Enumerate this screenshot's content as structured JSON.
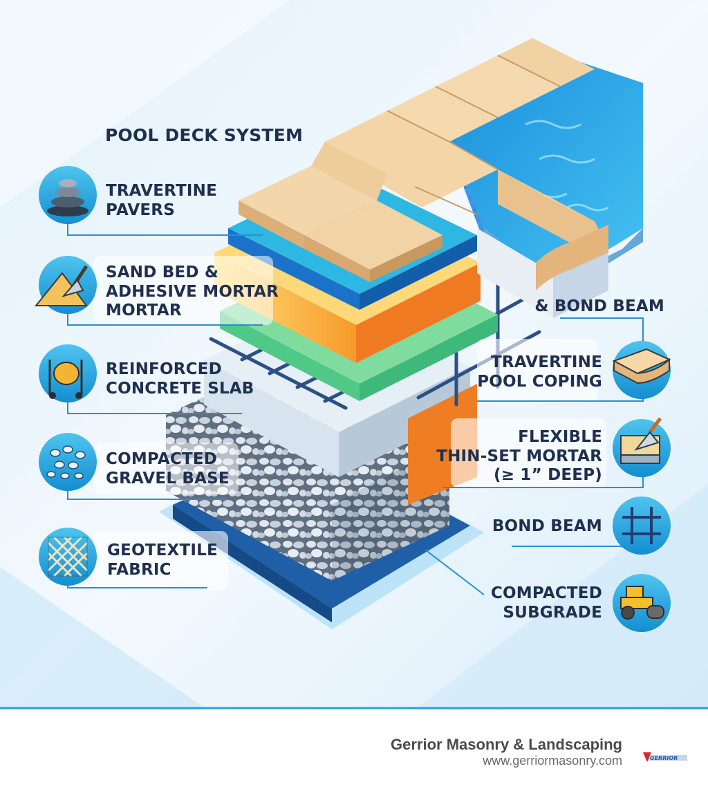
{
  "title": "POOL DECK SYSTEM",
  "left_layers": [
    {
      "lines": [
        "TRAVERTINE",
        "PAVERS"
      ],
      "icon": "stones-icon"
    },
    {
      "lines": [
        "SAND BED &",
        "ADHESIVE MORTAR",
        "MORTAR"
      ],
      "icon": "trowel-sand-icon"
    },
    {
      "lines": [
        "REINFORCED",
        "CONCRETE SLAB"
      ],
      "icon": "concrete-mixer-icon"
    },
    {
      "lines": [
        "COMPACTED",
        "GRAVEL BASE"
      ],
      "icon": "gravel-icon"
    },
    {
      "lines": [
        "GEOTEXTILE",
        "FABRIC"
      ],
      "icon": "fabric-mesh-icon"
    }
  ],
  "right_layers": [
    {
      "lines": [
        "& BOND BEAM"
      ],
      "icon": ""
    },
    {
      "lines": [
        "TRAVERTINE",
        "POOL COPING"
      ],
      "icon": "coping-stone-icon"
    },
    {
      "lines": [
        "FLEXIBLE",
        "THIN-SET MORTAR",
        "(≥ 1” DEEP)"
      ],
      "icon": "trowel-mortar-icon"
    },
    {
      "lines": [
        "BOND BEAM"
      ],
      "icon": "rebar-grid-icon"
    },
    {
      "lines": [
        "COMPACTED",
        "SUBGRADE"
      ],
      "icon": "road-roller-icon"
    }
  ],
  "footer": {
    "company": "Gerrior Masonry & Landscaping",
    "website": "www.gerriormasonry.com",
    "logo_text": "GERRIOR"
  },
  "colors": {
    "text": "#1f2f4e",
    "icon_circle": "#1aa3d9",
    "water": "#2ea8e6",
    "paver": "#f0cfa0",
    "footer_line": "#2aa0d8"
  }
}
